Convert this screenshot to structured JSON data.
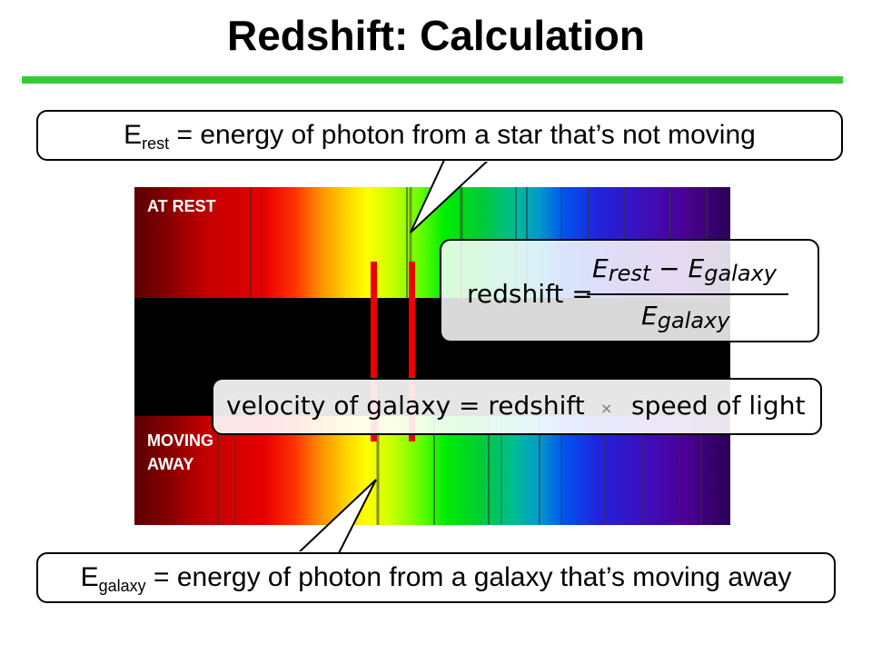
{
  "title": "Redshift: Calculation",
  "colors": {
    "rule": "#33cc33",
    "marker": "#ee0000"
  },
  "callout_top": {
    "symbol": "E",
    "subscript": "rest",
    "text": " = energy of photon from a star that’s not moving"
  },
  "callout_bottom": {
    "symbol": "E",
    "subscript": "galaxy",
    "text": " = energy of photon from a galaxy that’s moving away"
  },
  "spectrum": {
    "label_top": "AT REST",
    "label_bottom_1": "MOVING",
    "label_bottom_2": "AWAY"
  },
  "formula": {
    "lhs": "redshift =",
    "num_e1": "E",
    "num_sub1": "rest",
    "minus": " − ",
    "num_e2": "E",
    "num_sub2": "galaxy",
    "den_e": "E",
    "den_sub": "galaxy"
  },
  "velocity": {
    "lhs": "velocity of galaxy",
    "eq": "= redshift",
    "times": "×",
    "rhs": "speed of light"
  }
}
